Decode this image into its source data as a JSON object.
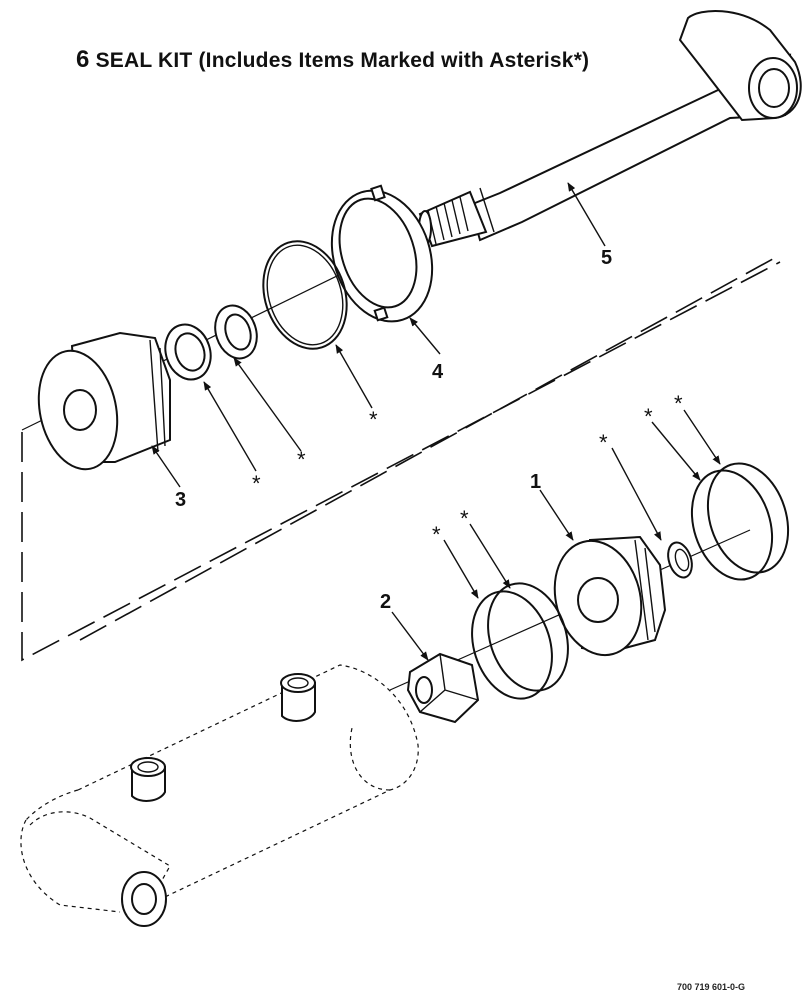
{
  "title": {
    "item_number": "6",
    "text": "SEAL KIT (Includes Items Marked with Asterisk*)"
  },
  "labels": {
    "item1": "1",
    "item2": "2",
    "item3": "3",
    "item4": "4",
    "item5": "5",
    "asterisk": "*"
  },
  "figure_id": "700 719 601-0-G"
}
